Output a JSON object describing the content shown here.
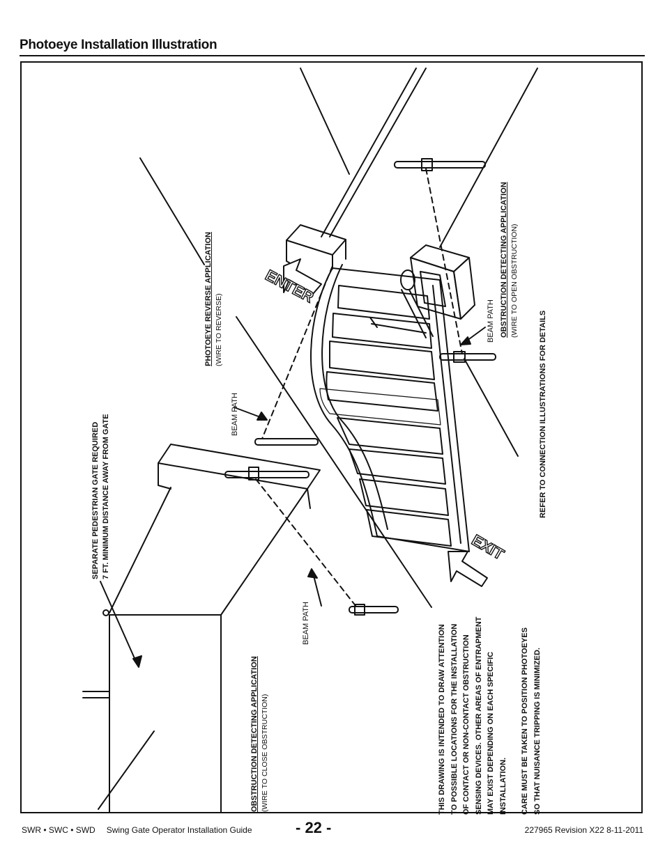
{
  "page": {
    "title": "Photoeye Installation Illustration",
    "footer_left_models": "SWR • SWC • SWD",
    "footer_left_guide": "Swing Gate Operator Installation Guide",
    "page_number": "- 22 -",
    "footer_right": "227965 Revision X22 8-11-2011"
  },
  "labels": {
    "pedestrian_line1": "SEPARATE PEDESTRIAN GATE REQUIRED",
    "pedestrian_line2": "7 FT. MINIMUM DISTANCE AWAY FROM GATE",
    "reverse_title": "PHOTOEYE REVERSE APPLICATION",
    "reverse_note": "(WIRE TO REVERSE)",
    "beam_path_upper": "BEAM PATH",
    "beam_path_lower": "BEAM PATH",
    "beam_path_right": "BEAM PATH",
    "open_title": "OBSTRUCTION DETECTING APPLICATION",
    "open_note": "(WIRE TO OPEN OBSTRUCTION)",
    "refer": "REFER TO CONNECTION ILLUSTRATIONS FOR DETAILS",
    "close_title": "OBSTRUCTION DETECTING APPLICATION",
    "close_note": "(WIRE TO CLOSE OBSTRUCTION)",
    "notice_lines": [
      "THIS DRAWING IS INTENDED TO DRAW ATTENTION",
      "TO POSSIBLE LOCATIONS FOR THE INSTALLATION",
      "OF CONTACT OR NON-CONTACT OBSTRUCTION",
      "SENSING DEVICES. OTHER AREAS OF ENTRAPMENT",
      "MAY EXIST DEPENDING ON EACH SPECIFIC",
      "INSTALLATION."
    ],
    "care_lines": [
      "CARE MUST BE TAKEN TO POSITION PHOTOEYES",
      "SO THAT NUISANCE TRIPPING IS MINIMIZED."
    ],
    "enter_word": "ENTER",
    "exit_word": "EXIT"
  }
}
